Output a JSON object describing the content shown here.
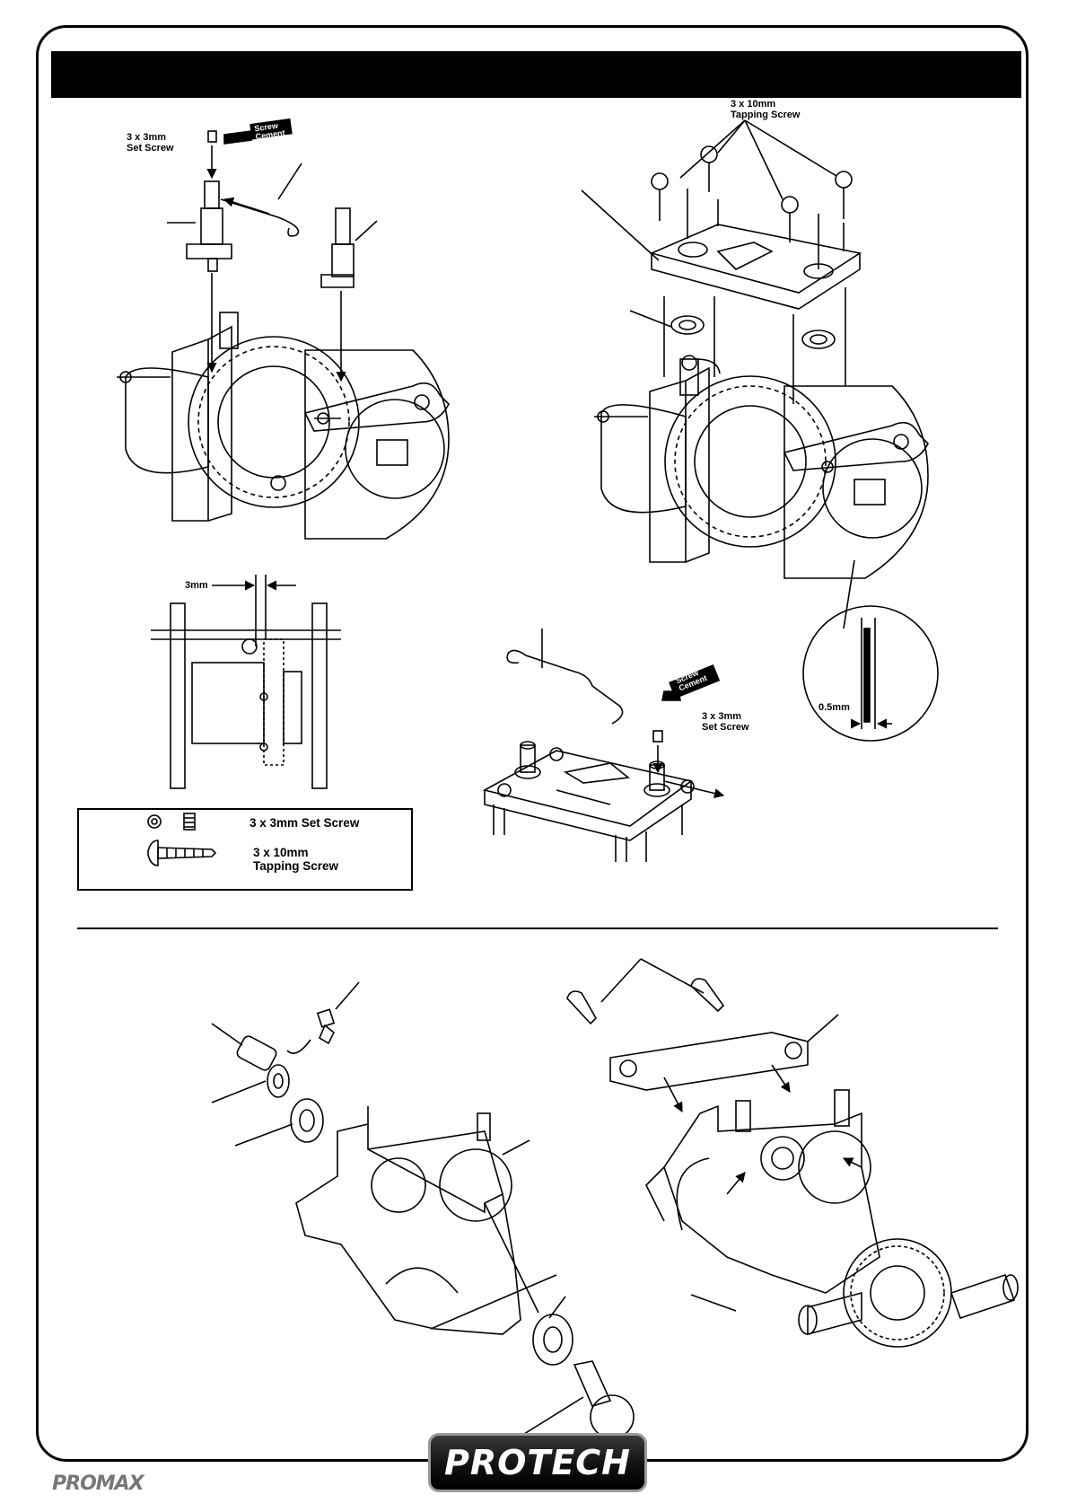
{
  "labels": {
    "set_screw_top": "3 x 3mm\nSet Screw",
    "screw_cement_top": "Screw\nCement",
    "tapping_screw_top": "3 x 10mm\nTapping Screw",
    "dim_3mm": "3mm",
    "dim_05mm": "0.5mm",
    "screw_cement_mid": "Screw\nCement",
    "set_screw_mid": "3 x 3mm\nSet Screw"
  },
  "legend": {
    "set_screw": "3 x 3mm Set Screw",
    "tapping_screw": "3 x 10mm\nTapping Screw"
  },
  "brand": {
    "logo": "PROTECH",
    "sub_logo": "PROMAX"
  },
  "colors": {
    "ink": "#000000",
    "background": "#ffffff"
  }
}
